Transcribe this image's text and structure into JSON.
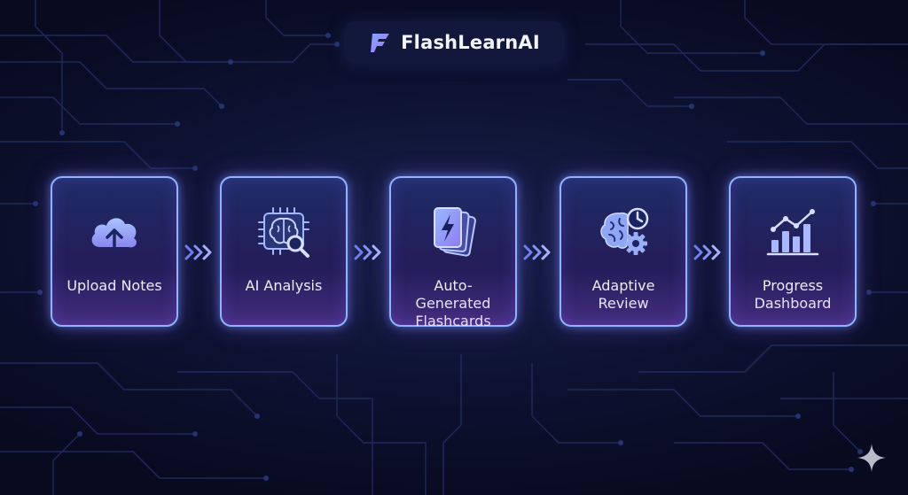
{
  "brand": {
    "name": "FlashLearnAI",
    "accent": "#8fb3ff",
    "accent_secondary": "#a97bff",
    "logo_icon": "flash-logo-icon"
  },
  "steps": [
    {
      "label": "Upload Notes",
      "icon": "cloud-upload-icon"
    },
    {
      "label": "AI Analysis",
      "icon": "ai-brain-chip-icon"
    },
    {
      "label": "Auto-Generated\nFlashcards",
      "icon": "flashcards-lightning-icon"
    },
    {
      "label": "Adaptive\nReview",
      "icon": "brain-clock-gear-icon"
    },
    {
      "label": "Progress\nDashboard",
      "icon": "progress-chart-icon"
    }
  ],
  "connector_icon": "triple-chevron-right-icon",
  "corner_icon": "sparkle-icon"
}
